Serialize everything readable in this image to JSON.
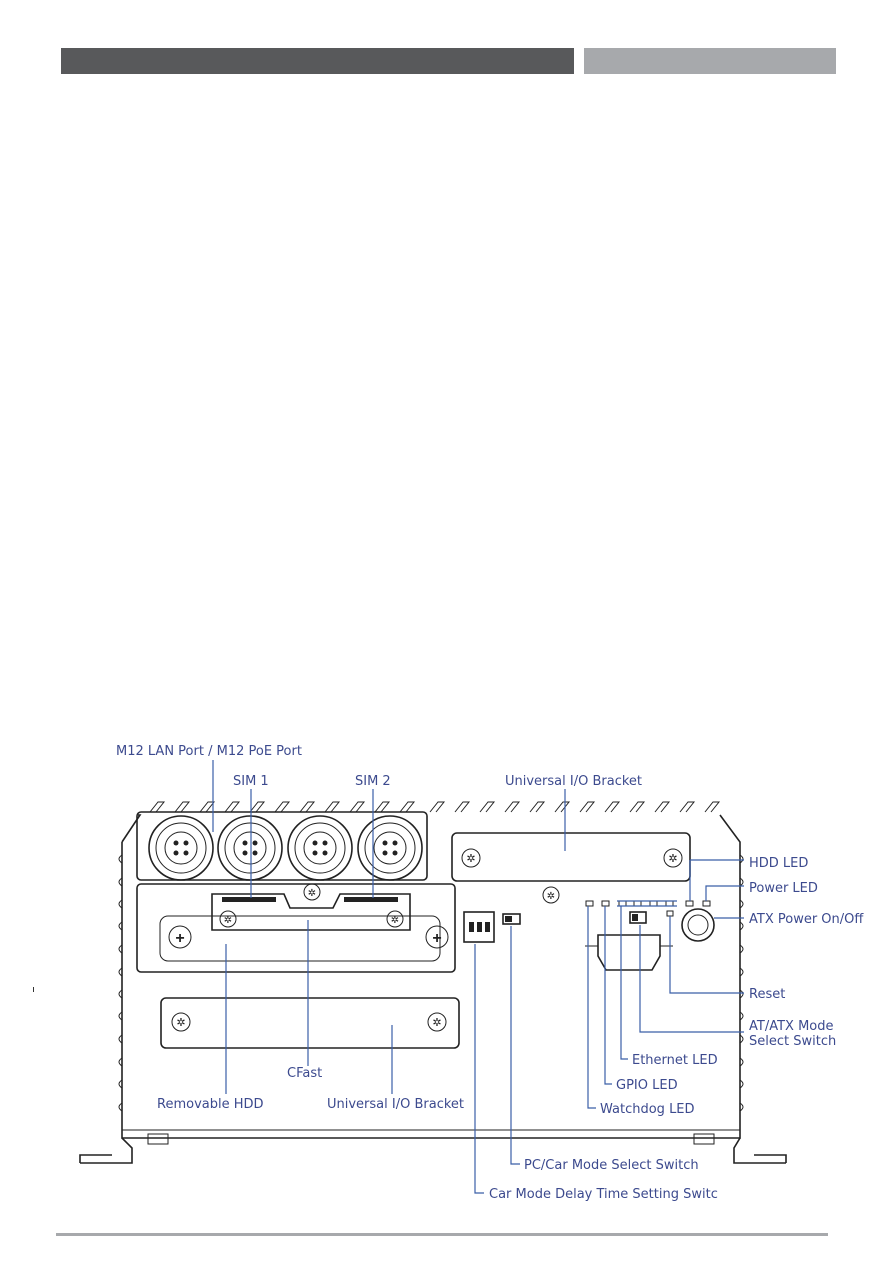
{
  "header": {
    "left_bar": "",
    "right_bar": ""
  },
  "diagram": {
    "labels": {
      "m12_lan": "M12 LAN Port / M12 PoE Port",
      "sim1": "SIM 1",
      "sim2": "SIM 2",
      "uio_top": "Universal I/O Bracket",
      "hdd_led": "HDD LED",
      "power_led": "Power LED",
      "atx_power": "ATX Power On/Off",
      "reset": "Reset",
      "at_atx_mode_1": "AT/ATX Mode",
      "at_atx_mode_2": "Select Switch",
      "ethernet_led": "Ethernet LED",
      "gpio_led": "GPIO LED",
      "watchdog_led": "Watchdog LED",
      "cfast": "CFast",
      "removable_hdd": "Removable HDD",
      "uio_bottom": "Universal I/O Bracket",
      "pc_car_mode": "PC/Car Mode Select Switch",
      "car_mode_delay": "Car Mode Delay Time Setting Switc"
    },
    "label_color": "#3c4a8e",
    "leader_color": "#3b5fa8"
  }
}
